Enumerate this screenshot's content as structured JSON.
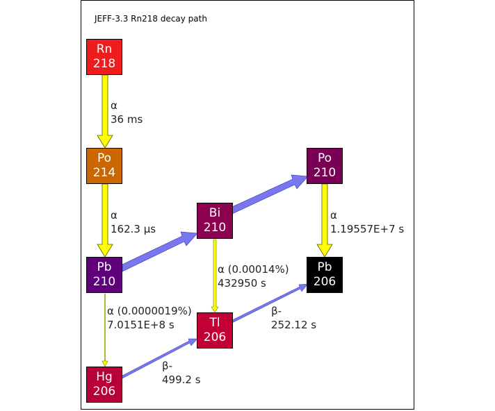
{
  "title": "JEFF-3.3 Rn218 decay path",
  "nodes": [
    {
      "id": "rn218",
      "element": "Rn",
      "mass": "218",
      "color": "#ee1c1c"
    },
    {
      "id": "po214",
      "element": "Po",
      "mass": "214",
      "color": "#cc6600"
    },
    {
      "id": "pb210",
      "element": "Pb",
      "mass": "210",
      "color": "#5f007a"
    },
    {
      "id": "bi210",
      "element": "Bi",
      "mass": "210",
      "color": "#8b004f"
    },
    {
      "id": "po210",
      "element": "Po",
      "mass": "210",
      "color": "#7a0056"
    },
    {
      "id": "pb206",
      "element": "Pb",
      "mass": "206",
      "color": "#000000"
    },
    {
      "id": "tl206",
      "element": "Tl",
      "mass": "206",
      "color": "#c20035"
    },
    {
      "id": "hg206",
      "element": "Hg",
      "mass": "206",
      "color": "#b8003a"
    }
  ],
  "decays": [
    {
      "from": "rn218",
      "to": "po214",
      "mode": "α",
      "halflife": "36 ms"
    },
    {
      "from": "po214",
      "to": "pb210",
      "mode": "α",
      "halflife": "162.3 µs"
    },
    {
      "from": "po210",
      "to": "pb206",
      "mode": "α",
      "halflife": "1.19557E+7 s"
    },
    {
      "from": "bi210",
      "to": "tl206",
      "mode": "α (0.00014%)",
      "halflife": "432950 s"
    },
    {
      "from": "pb210",
      "to": "hg206",
      "mode": "α (0.0000019%)",
      "halflife": "7.0151E+8 s"
    },
    {
      "from": "tl206",
      "to": "pb206",
      "mode": "β-",
      "halflife": "252.12 s"
    },
    {
      "from": "hg206",
      "to": "tl206",
      "mode": "β-",
      "halflife": "499.2 s"
    },
    {
      "from": "pb210",
      "to": "bi210",
      "mode": "",
      "halflife": ""
    },
    {
      "from": "bi210",
      "to": "po210",
      "mode": "",
      "halflife": ""
    }
  ],
  "colors": {
    "alpha_arrow": "#ffff00",
    "alpha_minor_arrow": "#9a9a00",
    "beta_arrow": "#7777ee"
  }
}
